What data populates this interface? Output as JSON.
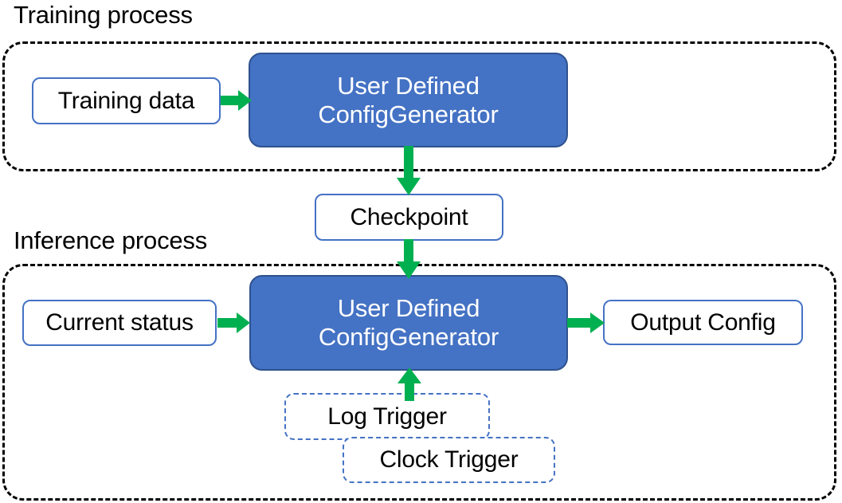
{
  "diagram": {
    "title_training": "Training process",
    "title_inference": "Inference process",
    "accent_blue": "#4472C4",
    "accent_blue_dark": "#2F528F",
    "accent_green": "#00B050",
    "container_border": "#000000",
    "training": {
      "label": "Training process",
      "nodes": {
        "training_data": "Training data",
        "config_generator": "User Defined\nConfigGenerator",
        "config_generator_line1": "User Defined",
        "config_generator_line2": "ConfigGenerator"
      }
    },
    "bridge": {
      "checkpoint": "Checkpoint"
    },
    "inference": {
      "label": "Inference process",
      "nodes": {
        "current_status": "Current status",
        "config_generator_line1": "User Defined",
        "config_generator_line2": "ConfigGenerator",
        "output_config": "Output Config",
        "log_trigger": "Log Trigger",
        "clock_trigger": "Clock Trigger"
      }
    },
    "edges": [
      {
        "name": "training-data-to-generator",
        "from": "Training data",
        "to": "User Defined ConfigGenerator",
        "direction": "right"
      },
      {
        "name": "generator-to-checkpoint",
        "from": "User Defined ConfigGenerator",
        "to": "Checkpoint",
        "direction": "down"
      },
      {
        "name": "checkpoint-to-inference-generator",
        "from": "Checkpoint",
        "to": "User Defined ConfigGenerator",
        "direction": "down"
      },
      {
        "name": "current-status-to-generator",
        "from": "Current status",
        "to": "User Defined ConfigGenerator",
        "direction": "right"
      },
      {
        "name": "generator-to-output-config",
        "from": "User Defined ConfigGenerator",
        "to": "Output Config",
        "direction": "right"
      },
      {
        "name": "log-trigger-to-generator",
        "from": "Log Trigger",
        "to": "User Defined ConfigGenerator",
        "direction": "up"
      }
    ]
  }
}
